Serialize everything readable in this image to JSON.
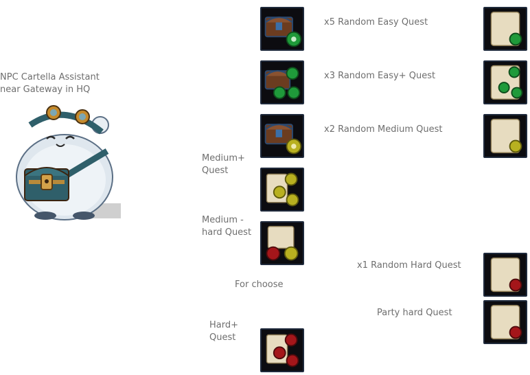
{
  "npc": {
    "line1": "NPC Cartella Assistant",
    "line2": "near Gateway in HQ"
  },
  "middle_labels": {
    "medium_plus_1": "Medium+",
    "medium_plus_2": "Quest",
    "medium_hard_1": "Medium -",
    "medium_hard_2": "hard Quest",
    "for_choose": "For choose",
    "hard_plus_1": "Hard+",
    "hard_plus_2": "Quest"
  },
  "rewards": [
    {
      "label": "x5 Random Easy Quest",
      "seal": "green"
    },
    {
      "label": "x3 Random Easy+ Quest",
      "seal": "green"
    },
    {
      "label": "x2 Random Medium Quest",
      "seal": "yellow"
    },
    {
      "label": "x1 Random Hard Quest",
      "seal": "red"
    },
    {
      "label": "Party hard Quest",
      "seal": "red"
    }
  ],
  "colors": {
    "seal_green": "#1f9a3a",
    "seal_yellow": "#b8b020",
    "seal_red": "#a4161a",
    "scroll": "#e7dcc0",
    "chest": "#6b3c20",
    "slot_border": "#1f2a3c"
  },
  "icons": {
    "chest_green": "chest-with-green-seal-icon",
    "chest_3green": "chest-with-three-green-seals-icon",
    "chest_yellow": "chest-with-yellow-seal-icon",
    "scroll_3yellow": "scroll-with-three-yellow-seals-icon",
    "scroll_red_yellow": "scroll-with-red-and-yellow-seals-icon",
    "scroll_3red": "scroll-with-three-red-seals-icon",
    "scroll_green": "scroll-green-seal-icon",
    "scroll_yellow": "scroll-yellow-seal-icon",
    "scroll_red": "scroll-red-seal-icon"
  }
}
